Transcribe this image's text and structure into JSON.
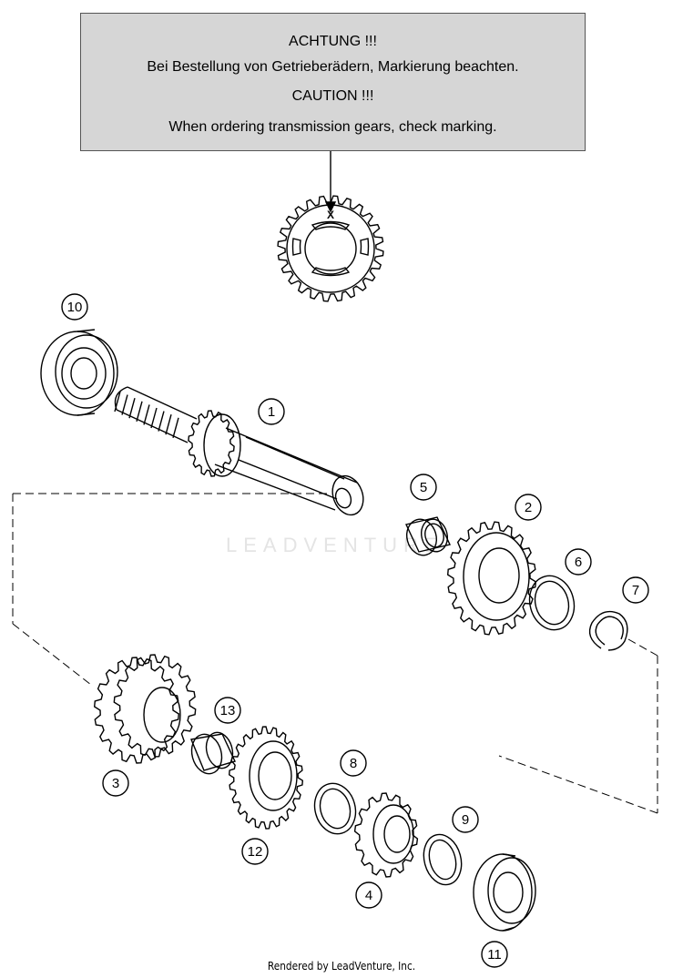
{
  "notice": {
    "de_title": "ACHTUNG !!!",
    "de_text": "Bei Bestellung von Getrieberädern, Markierung beachten.",
    "en_title": "CAUTION !!!",
    "en_text": "When ordering transmission gears, check marking."
  },
  "marking_detail": {
    "mark": "X"
  },
  "callouts": [
    "1",
    "2",
    "3",
    "4",
    "5",
    "6",
    "7",
    "8",
    "9",
    "10",
    "11",
    "12",
    "13"
  ],
  "watermark": "LEADVENTURE",
  "footer": "Rendered by LeadVenture, Inc."
}
